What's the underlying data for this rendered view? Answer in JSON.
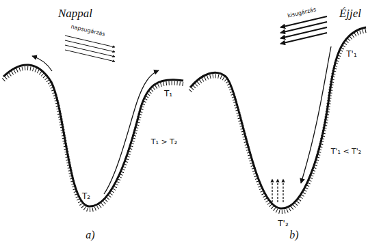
{
  "diagram": {
    "labels": [
      "Nappal",
      "Éjjel",
      "napsugárzás",
      "T₁",
      "T₁ > T₂",
      "T₂",
      "a)",
      "kisugárzás",
      "T'₁",
      "T'₁ < T'₂",
      "T'₂",
      "b)"
    ]
  }
}
